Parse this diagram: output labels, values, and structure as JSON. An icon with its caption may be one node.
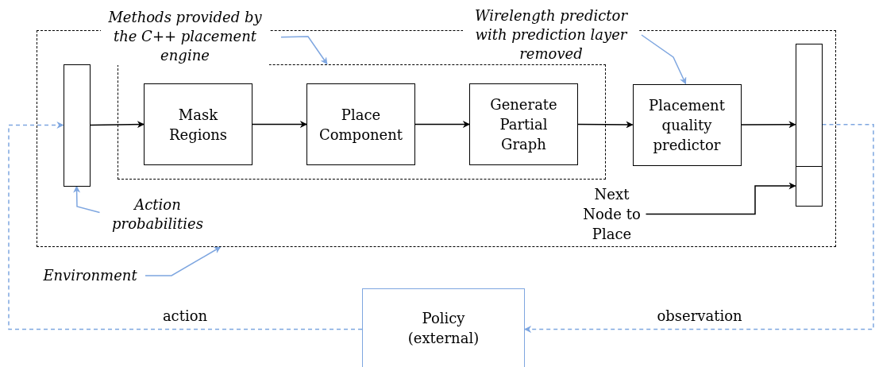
{
  "diagram": {
    "nodes": [
      {
        "text": [],
        "shape": "box"
      },
      {
        "text": [],
        "shape": "bar",
        "in": 0
      },
      {
        "text": [],
        "shape": "box",
        "in": 0
      },
      {
        "text": [
          "Mask Regions"
        ],
        "in": 2
      },
      {
        "text": [
          "Place Component"
        ],
        "in": 2
      },
      {
        "text": [
          "Generate Partial Graph"
        ],
        "in": 2
      },
      {
        "text": [
          "Placement quality predictor"
        ],
        "in": 0
      },
      {
        "text": [],
        "shape": "bar",
        "in": 0
      },
      {
        "text": [],
        "shape": "bar",
        "in": 0
      },
      {
        "text": [
          "Next Node to Place"
        ],
        "in": 0
      },
      {
        "text": [
          "Action probabilities"
        ],
        "in": 0
      },
      {
        "text": [
          "Methods provided by the C++ placement engine"
        ]
      },
      {
        "text": [
          "Wirelength predictor with prediction layer removed"
        ]
      },
      {
        "text": [
          "Environment"
        ]
      },
      {
        "text": [
          "Policy (external)"
        ]
      }
    ],
    "edges": [
      {
        "from": 1,
        "to": 3,
        "arrow": "to"
      },
      {
        "from": 3,
        "to": 4,
        "arrow": "to"
      },
      {
        "from": 4,
        "to": 5,
        "arrow": "to"
      },
      {
        "from": 5,
        "to": 6,
        "arrow": "to"
      },
      {
        "from": 6,
        "to": 7,
        "arrow": "to"
      },
      {
        "from": 9,
        "to": 8,
        "arrow": "to"
      },
      {
        "from": 10,
        "to": 1,
        "arrow": "to",
        "color": "#7ea6e0"
      },
      {
        "from": 11,
        "to": 2,
        "arrow": "to",
        "color": "#7ea6e0"
      },
      {
        "from": 12,
        "to": 6,
        "arrow": "to",
        "color": "#7ea6e0"
      },
      {
        "from": 13,
        "to": 0,
        "arrow": "to",
        "color": "#7ea6e0"
      },
      {
        "from": 7,
        "to": 14,
        "arrow": "to",
        "label": "observation",
        "style": "dashed",
        "color": "#7ea6e0"
      },
      {
        "from": 14,
        "to": 1,
        "arrow": "to",
        "label": "action",
        "style": "dashed",
        "color": "#7ea6e0"
      }
    ]
  }
}
